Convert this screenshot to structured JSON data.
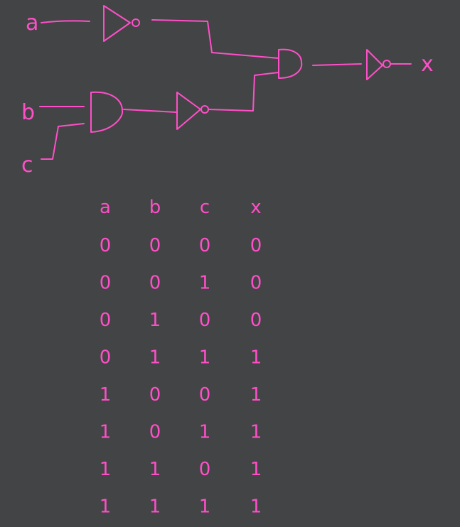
{
  "colors": {
    "background": "#434445",
    "ink": "#ff4fc8"
  },
  "circuit": {
    "inputs": {
      "a": "a",
      "b": "b",
      "c": "c"
    },
    "output": "x",
    "gates": [
      "NOT",
      "AND",
      "NOT",
      "AND",
      "NOT"
    ]
  },
  "truth_table": {
    "headers": [
      "a",
      "b",
      "c",
      "x"
    ],
    "rows": [
      [
        "0",
        "0",
        "0",
        "0"
      ],
      [
        "0",
        "0",
        "1",
        "0"
      ],
      [
        "0",
        "1",
        "0",
        "0"
      ],
      [
        "0",
        "1",
        "1",
        "1"
      ],
      [
        "1",
        "0",
        "0",
        "1"
      ],
      [
        "1",
        "0",
        "1",
        "1"
      ],
      [
        "1",
        "1",
        "0",
        "1"
      ],
      [
        "1",
        "1",
        "1",
        "1"
      ]
    ]
  }
}
